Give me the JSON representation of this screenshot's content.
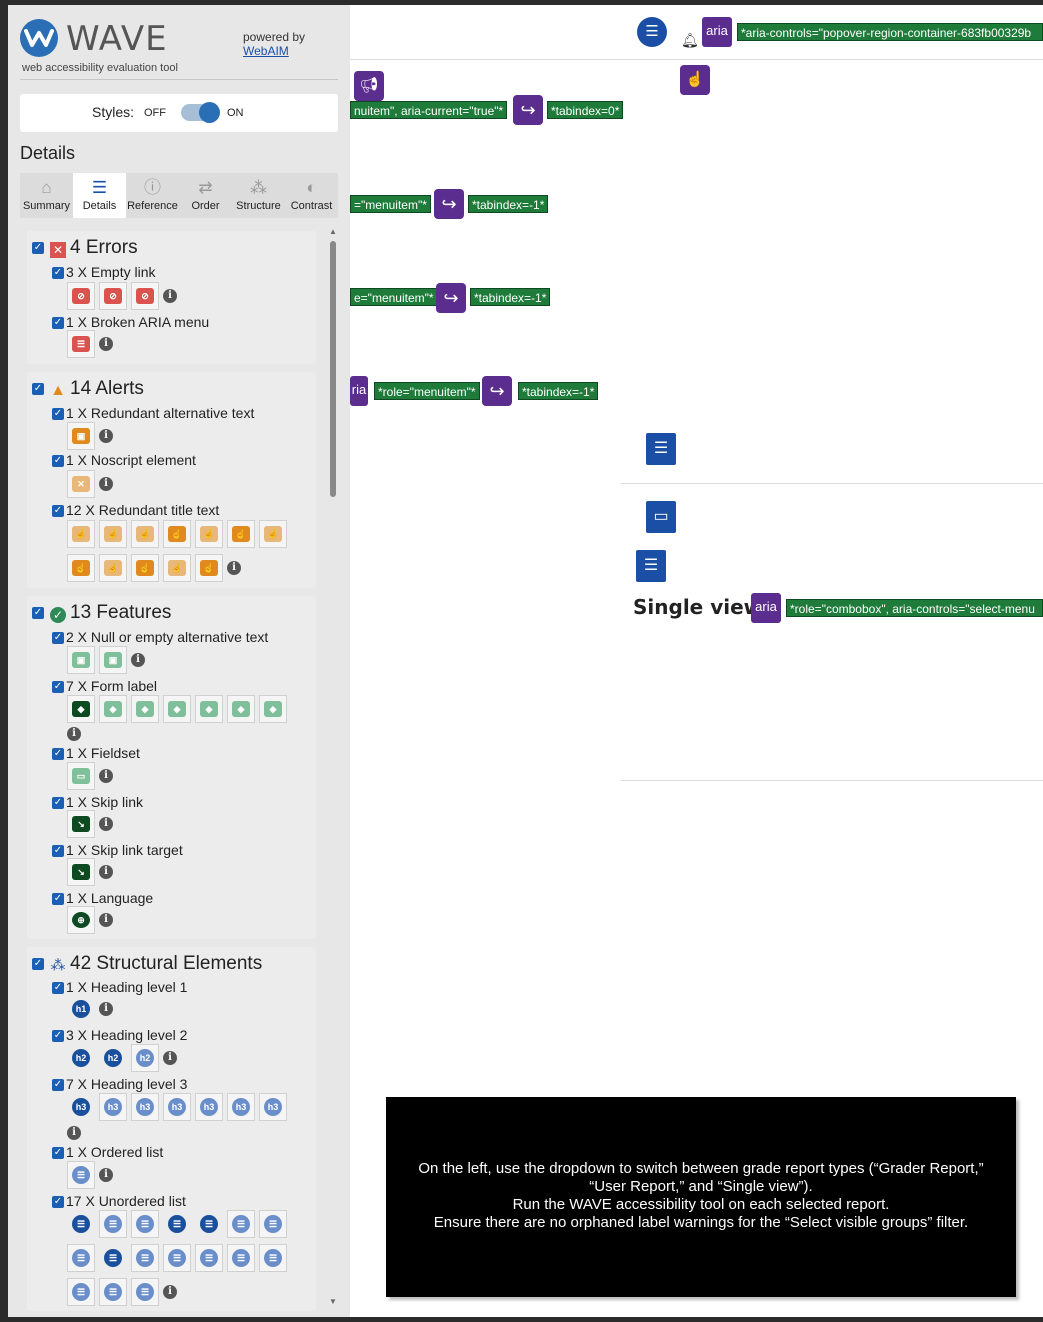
{
  "wave": {
    "logo_text": "WAVE",
    "logo_sub": "web accessibility evaluation tool",
    "powered_by": "powered by",
    "webaim": "WebAIM",
    "styles_label": "Styles:",
    "styles_off": "OFF",
    "styles_on": "ON",
    "details_heading": "Details",
    "tabs": [
      "Summary",
      "Details",
      "Reference",
      "Order",
      "Structure",
      "Contrast"
    ],
    "sections": {
      "errors": {
        "title": "4 Errors",
        "items": [
          "3 X Empty link",
          "1 X Broken ARIA menu"
        ]
      },
      "alerts": {
        "title": "14 Alerts",
        "items": [
          "1 X Redundant alternative text",
          "1 X Noscript element",
          "12 X Redundant title text"
        ]
      },
      "features": {
        "title": "13 Features",
        "items": [
          "2 X Null or empty alternative text",
          "7 X Form label",
          "1 X Fieldset",
          "1 X Skip link",
          "1 X Skip link target",
          "1 X Language"
        ]
      },
      "structure": {
        "title": "42 Structural Elements",
        "items": [
          "1 X Heading level 1",
          "3 X Heading level 2",
          "7 X Heading level 3",
          "1 X Ordered list",
          "17 X Unordered list"
        ]
      }
    }
  },
  "page": {
    "aria_label": "aria",
    "tags": {
      "popover": "*aria-controls=\"popover-region-container-683fb00329b",
      "menuitem_current": "nuitem\", aria-current=\"true\"*",
      "tabindex0": "*tabindex=0*",
      "menuitem1": "=\"menuitem\"*",
      "tabindex_m1": "*tabindex=-1*",
      "menuitem2": "e=\"menuitem\"*",
      "menuitem3": "*role=\"menuitem\"*",
      "aria_partial": "ria",
      "combobox": "*role=\"combobox\", aria-controls=\"select-menu"
    },
    "single_view": "Single view",
    "instructions": [
      "On the left, use the dropdown to switch between grade report types (“Grader Report,”",
      "“User Report,” and “Single view”).",
      "Run the WAVE accessibility tool on each selected report.",
      "Ensure there are no orphaned label warnings for the “Select visible groups” filter."
    ]
  }
}
